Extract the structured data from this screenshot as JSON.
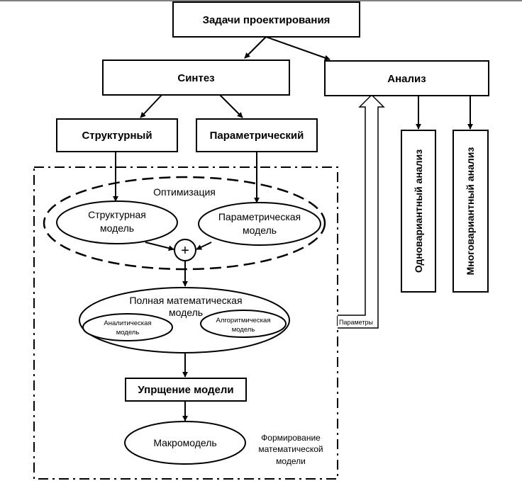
{
  "nodes": {
    "design_tasks": "Задачи проектирования",
    "synthesis": "Синтез",
    "analysis": "Анализ",
    "structural": "Структурный",
    "parametric": "Параметрический",
    "optimization": "Оптимизация",
    "structural_model_line1": "Структурная",
    "structural_model_line2": "модель",
    "parametric_model_line1": "Параметрическая",
    "parametric_model_line2": "модель",
    "plus": "+",
    "full_model_line1": "Полная математическая",
    "full_model_line2": "модель",
    "analytic_model_line1": "Аналитическая",
    "analytic_model_line2": "модель",
    "algorithmic_model_line1": "Алгоритмическая",
    "algorithmic_model_line2": "модель",
    "simplification": "Упрщение модели",
    "macromodel": "Макромодель",
    "formation_line1": "Формирование",
    "formation_line2": "математической",
    "formation_line3": "модели",
    "parameters": "Параметры",
    "single_variant": "Одновариантный анализ",
    "multi_variant": "Многовариантный анализ"
  }
}
